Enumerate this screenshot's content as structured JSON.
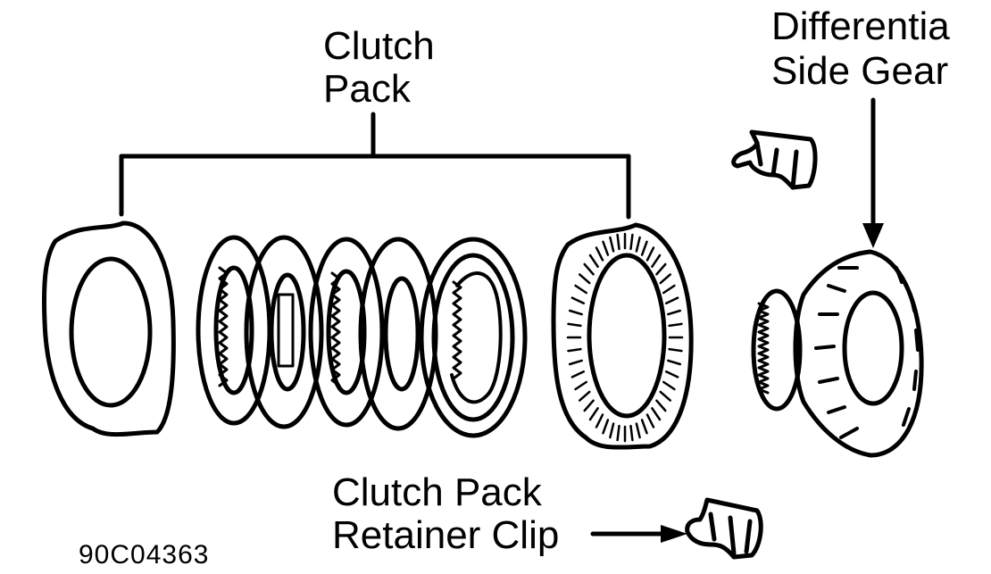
{
  "labels": {
    "clutch_pack_line1": "Clutch",
    "clutch_pack_line2": "Pack",
    "side_gear_line1": "Differentia",
    "side_gear_line2": "Side Gear",
    "retainer_line1": "Clutch Pack",
    "retainer_line2": "Retainer Clip",
    "figure_code": "90C04363"
  },
  "colors": {
    "ink": "#000000",
    "paper": "#ffffff"
  },
  "parts": [
    "shim-washer-icon",
    "clutch-disc-icon",
    "clutch-plate-icon",
    "belleville-spring-icon",
    "retainer-clip-icon",
    "side-gear-icon"
  ]
}
